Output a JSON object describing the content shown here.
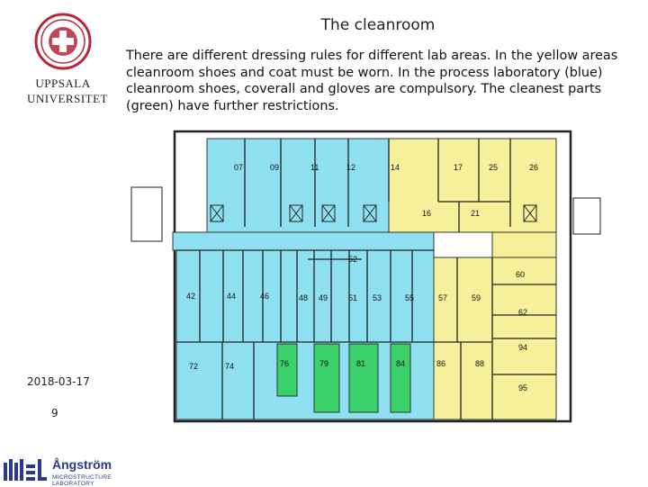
{
  "slide": {
    "title": "The cleanroom",
    "body": "There are different dressing rules for different lab areas. In the yellow areas cleanroom shoes and coat must be worn. In the process laboratory (blue) cleanroom shoes, coverall and gloves are compulsory. The cleanest parts (green) have further restrictions.",
    "date": "2018-03-17",
    "page_number": "9"
  },
  "logo": {
    "line1": "UPPSALA",
    "line2": "UNIVERSITET"
  },
  "footer_logo": {
    "name": "Ångström",
    "subtitle": "MICROSTRUCTURE LABORATORY"
  },
  "colors": {
    "yellow": "#f7f09a",
    "blue": "#8ee0f0",
    "green": "#3ad06a",
    "seal": "#b8263a",
    "brand": "#2a3a8a"
  },
  "rooms": {
    "r07": "07",
    "r09": "09",
    "r11": "11",
    "r12": "12",
    "r14": "14",
    "r17": "17",
    "r25": "25",
    "r26": "26",
    "r16": "16",
    "r21": "21",
    "r52": "52",
    "r60": "60",
    "r42": "42",
    "r44": "44",
    "r46": "46",
    "r48": "48",
    "r49": "49",
    "r51": "51",
    "r53": "53",
    "r55": "55",
    "r57": "57",
    "r59": "59",
    "r62": "62",
    "r94": "94",
    "r72": "72",
    "r74": "74",
    "r76": "76",
    "r79": "79",
    "r81": "81",
    "r84": "84",
    "r86": "86",
    "r88": "88",
    "r95": "95"
  }
}
